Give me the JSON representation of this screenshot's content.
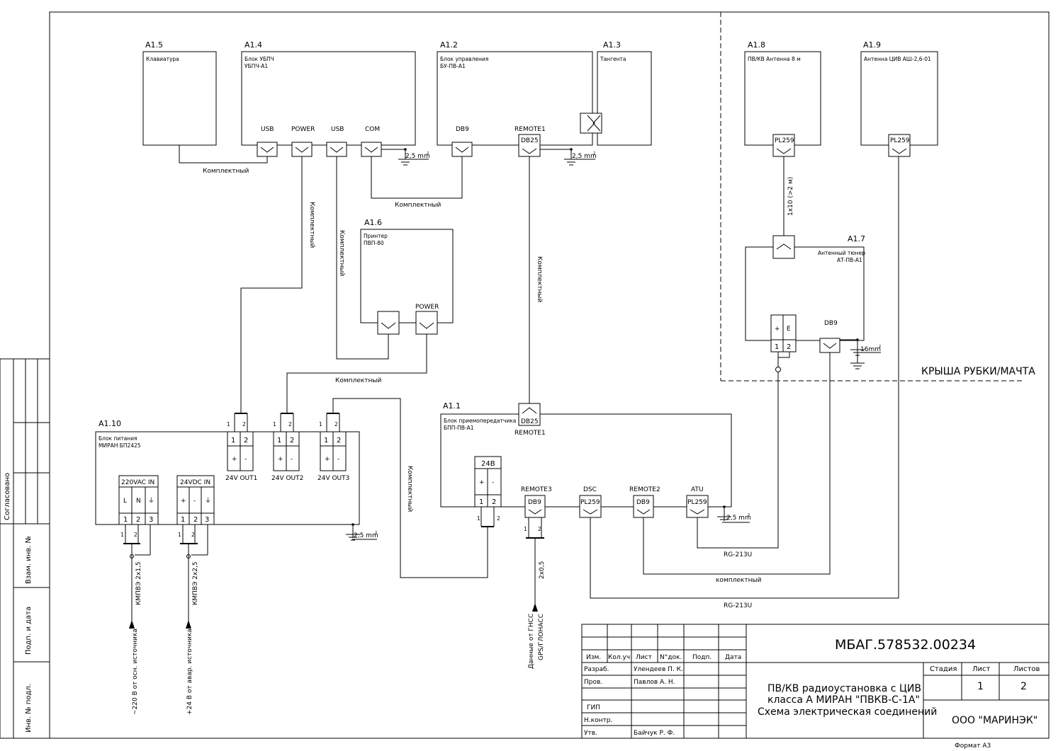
{
  "blocks": {
    "a1_5": {
      "id": "A1.5",
      "name": "Клавиатура"
    },
    "a1_4": {
      "id": "A1.4",
      "name": "Блок УБПЧ",
      "model": "УБПЧ-А1",
      "ports": [
        "USB",
        "POWER",
        "USB",
        "COM"
      ]
    },
    "a1_2": {
      "id": "A1.2",
      "name": "Блок управления",
      "model": "БУ-ПВ-А1",
      "ports": [
        "DB9",
        "REMOTE1"
      ],
      "connector": "DB25"
    },
    "a1_3": {
      "id": "A1.3",
      "name": "Тангента"
    },
    "a1_6": {
      "id": "A1.6",
      "name": "Принтер",
      "model": "ПВП-80",
      "port": "POWER"
    },
    "a1_8": {
      "id": "A1.8",
      "name": "ПВ/КВ Антенна 8 м",
      "connector": "PL259"
    },
    "a1_9": {
      "id": "A1.9",
      "name": "Антенна ЦИВ АШ-2,6-01",
      "connector": "PL259"
    },
    "a1_7": {
      "id": "A1.7",
      "name": "Антенный тюнер",
      "model": "АТ-ПВ-А1",
      "port": "DB9",
      "terms": [
        "+",
        "E"
      ],
      "nums": [
        "1",
        "2"
      ]
    },
    "a1_1": {
      "id": "A1.1",
      "name": "Блок приемопередатчика",
      "model": "БПП-ПВ-А1",
      "top_connector": "DB25",
      "top_port": "REMOTE1",
      "power_label": "24В",
      "power_terms": [
        "+",
        "-"
      ],
      "power_nums": [
        "1",
        "2"
      ],
      "ports": [
        {
          "label": "REMOTE3",
          "conn": "DB9"
        },
        {
          "label": "DSC",
          "conn": "PL259"
        },
        {
          "label": "REMOTE2",
          "conn": "DB9"
        },
        {
          "label": "ATU",
          "conn": "PL259"
        }
      ]
    },
    "a1_10": {
      "id": "A1.10",
      "name": "Блок питания",
      "model": "МИРАН БП2425",
      "outs": [
        {
          "label": "24V OUT1",
          "nums": [
            "1",
            "2"
          ],
          "terms": [
            "+",
            "-"
          ]
        },
        {
          "label": "24V OUT2",
          "nums": [
            "1",
            "2"
          ],
          "terms": [
            "+",
            "-"
          ]
        },
        {
          "label": "24V OUT3",
          "nums": [
            "1",
            "2"
          ],
          "terms": [
            "+",
            "-"
          ]
        }
      ],
      "in_ac": {
        "label": "220VAC IN",
        "terms": [
          "L",
          "N",
          "⏚"
        ],
        "nums": [
          "1",
          "2",
          "3"
        ]
      },
      "in_dc": {
        "label": "24VDC IN",
        "terms": [
          "+",
          "-",
          "⏚"
        ],
        "nums": [
          "1",
          "2",
          "3"
        ]
      }
    }
  },
  "wires": {
    "komplektny": "Комплектный",
    "komplektny_lower": "комплектный",
    "rg213": "RG-213U",
    "coax_1x10": "1x10 (>2 м)",
    "gps_cable": "2x0,5",
    "gps_text_1": "Данные от ГНСС",
    "gps_text_2": "GPS/ГЛОНАСС",
    "kmpvz_15": "КМПВЭ 2x1,5",
    "kmpvz_25": "КМПВЭ 2x2,5",
    "src_main": "~220 В от осн. источника",
    "src_emerg": "+24 В от авар. источника"
  },
  "ground": {
    "g25": "2,5 mm",
    "g16": "16mm",
    "sup": "2"
  },
  "pin_nums": {
    "one": "1",
    "two": "2"
  },
  "zone_label": "КРЫША РУБКИ/МАЧТА",
  "side_stamp": [
    "Согласовано",
    "Взам. инв. №",
    "Подп. и дата",
    "Инв. № подл."
  ],
  "title_block": {
    "doc_code": "МБАГ.578532.00234",
    "col_headers": [
      "Изм.",
      "Кол.уч",
      "Лист",
      "N°док.",
      "Подп.",
      "Дата"
    ],
    "rows": [
      {
        "role": "Разраб.",
        "name": "Улендеев П. К."
      },
      {
        "role": "Пров.",
        "name": "Павлов А. Н."
      },
      {
        "role": "",
        "name": ""
      },
      {
        "role": "ГИП",
        "name": ""
      },
      {
        "role": "Н.контр.",
        "name": ""
      },
      {
        "role": "Утв.",
        "name": "Байчук Р. Ф."
      }
    ],
    "title_lines": [
      "ПВ/КВ радиоустановка с ЦИВ",
      "класса А МИРАН \"ПВКВ-С-1А\"",
      "Схема электрическая соединений"
    ],
    "stage_header": "Стадия",
    "sheet_header": "Лист",
    "sheets_header": "Листов",
    "sheet": "1",
    "sheets": "2",
    "org": "ООО \"МАРИНЭК\""
  },
  "format": "Формат А3"
}
